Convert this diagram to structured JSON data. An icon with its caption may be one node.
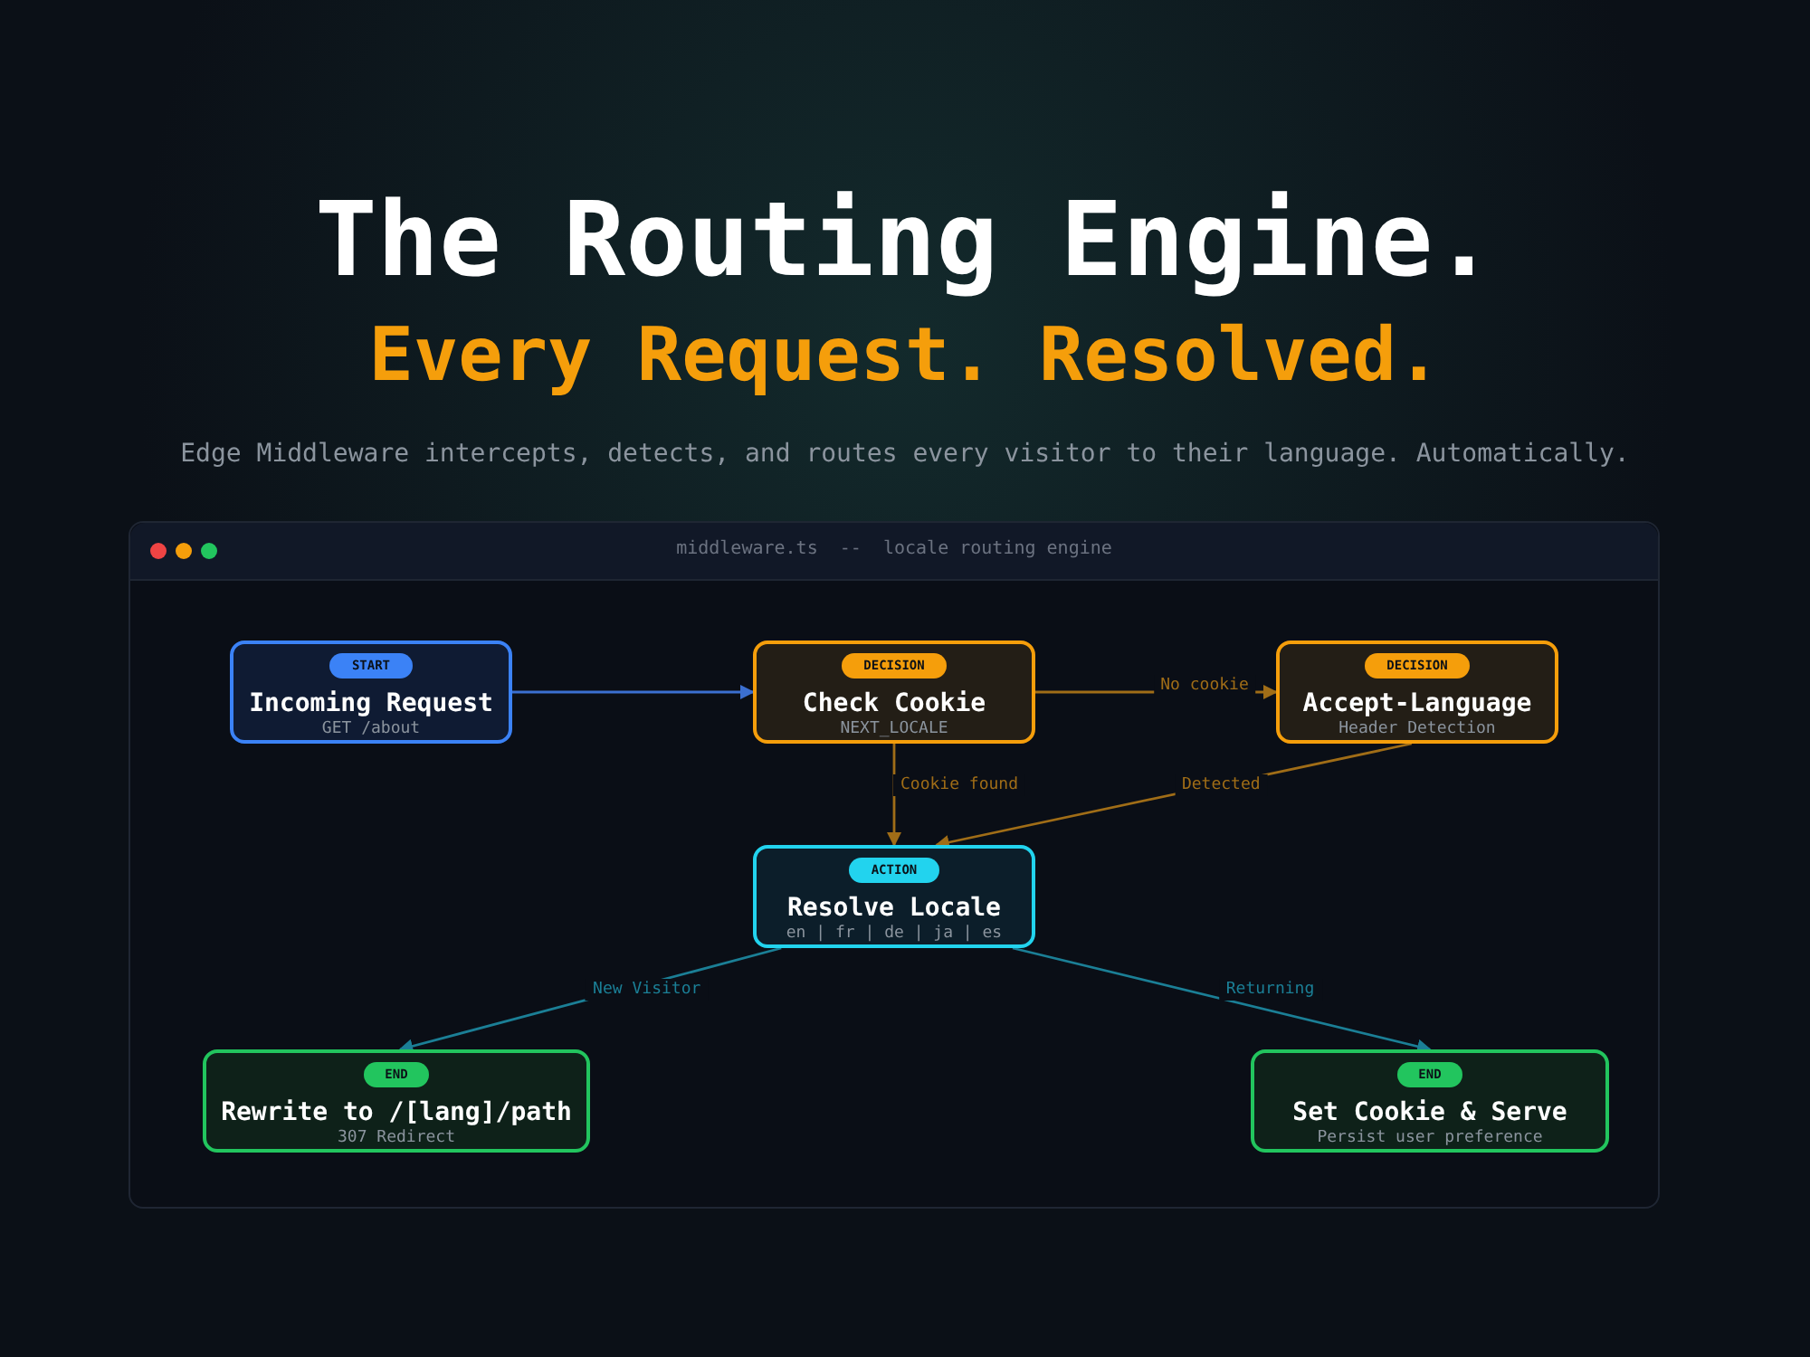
{
  "diagram": {
    "title": "The Routing Engine.",
    "nodes": [
      {
        "text": [
          "START",
          "Incoming Request",
          "GET /about"
        ]
      },
      {
        "text": [
          "DECISION",
          "Check Cookie",
          "NEXT_LOCALE"
        ]
      },
      {
        "text": [
          "DECISION",
          "Accept-Language",
          "Header Detection"
        ]
      },
      {
        "text": [
          "ACTION",
          "Resolve Locale",
          "en | fr | de | ja | es"
        ]
      },
      {
        "text": [
          "END",
          "Rewrite to /[lang]/path",
          "307 Redirect"
        ]
      },
      {
        "text": [
          "END",
          "Set Cookie & Serve",
          "Persist user preference"
        ]
      }
    ],
    "edges": [
      {
        "from": 0,
        "to": 1,
        "arrow": "to",
        "color": "#3b6fd0"
      },
      {
        "from": 1,
        "to": 2,
        "arrow": "to",
        "label": "No cookie"
      },
      {
        "from": 1,
        "to": 3,
        "arrow": "to",
        "label": "Cookie found"
      },
      {
        "from": 2,
        "to": 3,
        "arrow": "to",
        "label": "Detected"
      },
      {
        "from": 3,
        "to": 4,
        "arrow": "to",
        "label": "New Visitor",
        "color": "#1b7f96"
      },
      {
        "from": 3,
        "to": 5,
        "arrow": "to",
        "label": "Returning",
        "color": "#1b7f96"
      }
    ],
    "labels": [
      "Every Request. Resolved.",
      "Edge Middleware intercepts, detects, and routes every visitor to their language. Automatically.",
      "middleware.ts  --  locale routing engine"
    ]
  }
}
